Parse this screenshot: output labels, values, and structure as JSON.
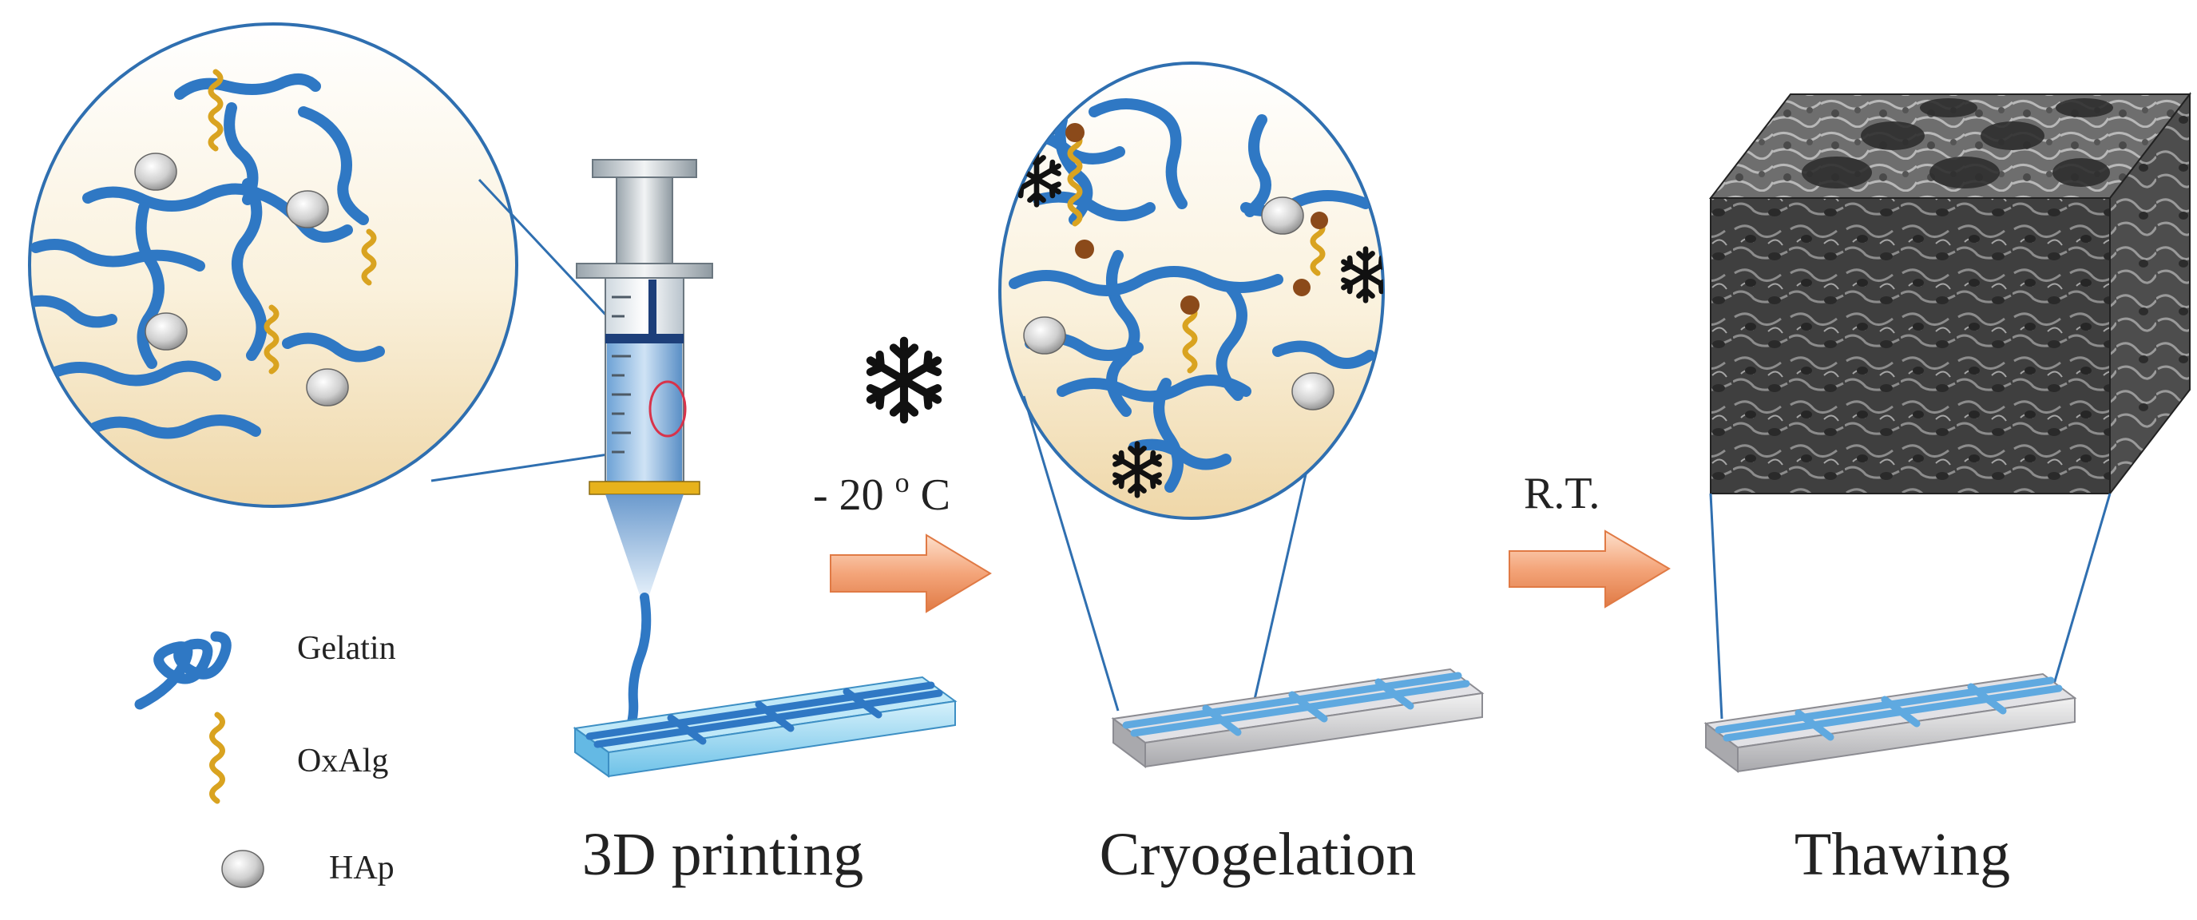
{
  "legend": {
    "gelatin": "Gelatin",
    "oxalg": "OxAlg",
    "hap": "HAp"
  },
  "steps": {
    "printing": "3D printing",
    "cryogelation": "Cryogelation",
    "thawing": "Thawing"
  },
  "conditions": {
    "freeze_temp": "- 20",
    "freeze_unit_sup": "o",
    "freeze_unit": "C",
    "room_temp": "R.T."
  },
  "colors": {
    "gelatin": "#2f78c4",
    "oxalg": "#d9a320",
    "crosslink": "#8b4a1a",
    "bubble_fill": "#f7ecd3",
    "arrow": "#f2a070",
    "scaffold_blue": "#8fd1f0"
  }
}
